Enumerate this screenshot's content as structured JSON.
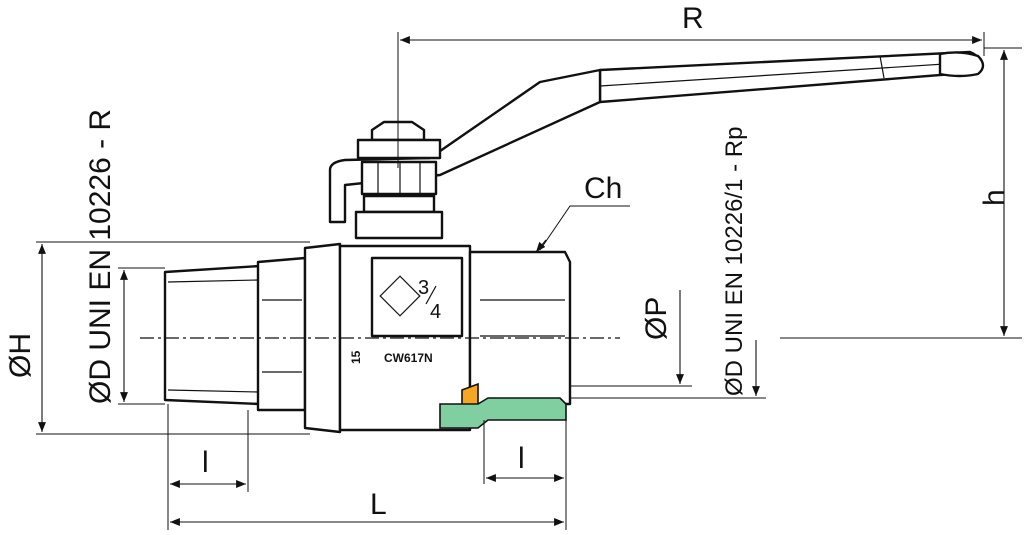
{
  "labels": {
    "R": "R",
    "h": "h",
    "Ch": "Ch",
    "OP": "ØP",
    "OH": "ØH",
    "L": "L",
    "l_left": "l",
    "l_right": "l",
    "od_male": "ØD UNI EN 10226 - R",
    "od_female": "ØD UNI EN 10226/1 - Rp",
    "size_num": "3",
    "size_den": "4",
    "material": "CW617N",
    "stamp": "15"
  },
  "colors": {
    "line": "#111111",
    "seal_orange": "#f5a623",
    "section_green": "#7fcfa0"
  }
}
